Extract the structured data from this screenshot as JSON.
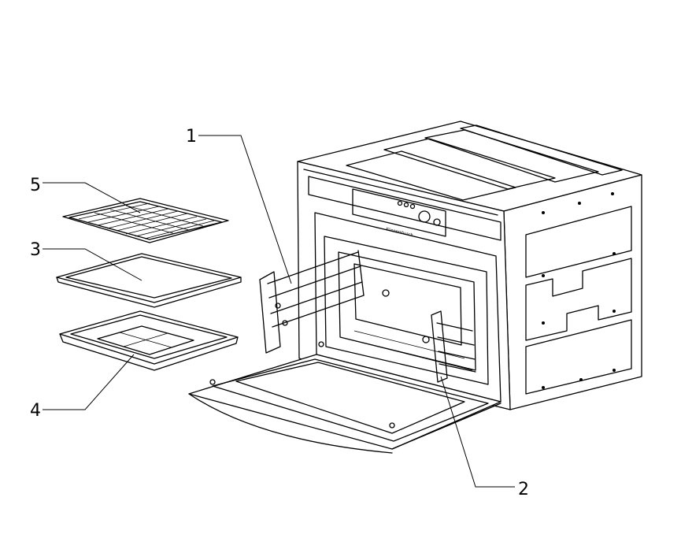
{
  "callouts": [
    {
      "id": "1",
      "label": "1"
    },
    {
      "id": "2",
      "label": "2"
    },
    {
      "id": "3",
      "label": "3"
    },
    {
      "id": "4",
      "label": "4"
    },
    {
      "id": "5",
      "label": "5"
    }
  ],
  "oven": {
    "brand_text": "Küppersbusch"
  }
}
